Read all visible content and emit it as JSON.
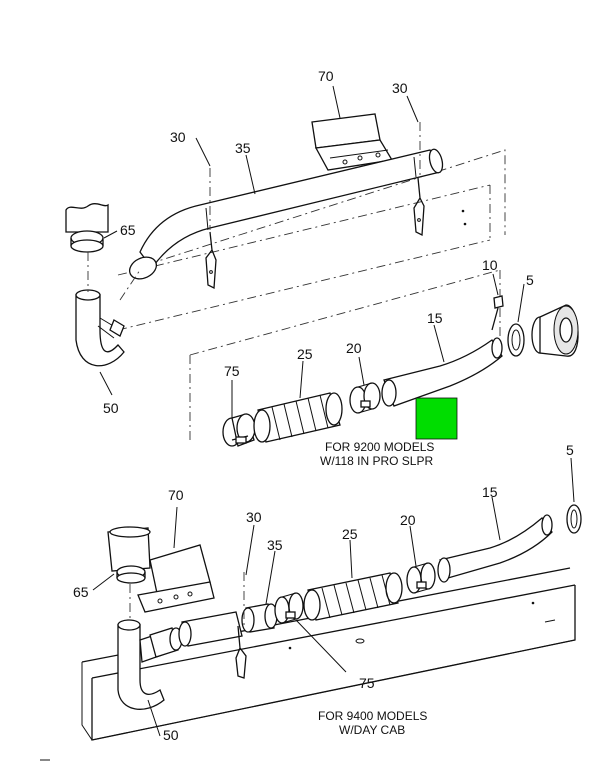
{
  "callouts": {
    "top": {
      "c70": "70",
      "c30a": "30",
      "c30b": "30",
      "c35": "35",
      "c65": "65",
      "c10": "10",
      "c5": "5",
      "c15": "15",
      "c20": "20",
      "c25": "25",
      "c75": "75",
      "c50": "50"
    },
    "bottom": {
      "c5": "5",
      "c15": "15",
      "c70": "70",
      "c30": "30",
      "c35": "35",
      "c25": "25",
      "c20": "20",
      "c65": "65",
      "c75": "75",
      "c50": "50"
    }
  },
  "notes": {
    "top_line1": "FOR 9200 MODELS",
    "top_line2": "W/118 IN PRO SLPR",
    "bottom_line1": "FOR 9400 MODELS",
    "bottom_line2": "W/DAY CAB"
  },
  "colors": {
    "marker": "#00dd00",
    "ink": "#111111"
  }
}
